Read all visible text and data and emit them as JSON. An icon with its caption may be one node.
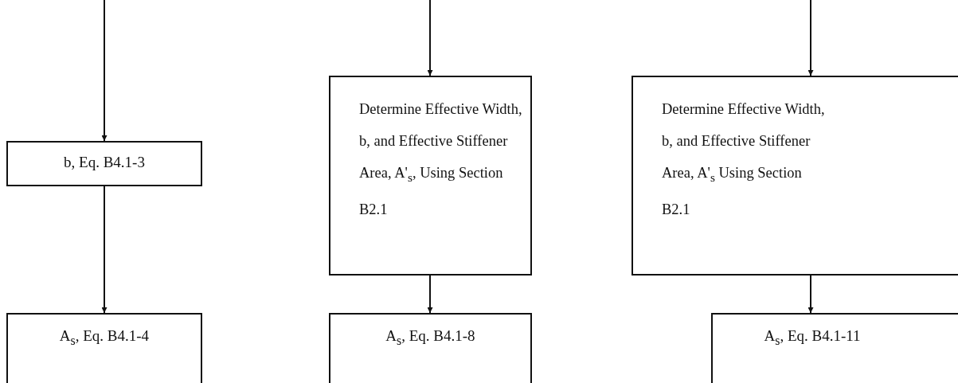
{
  "diagram": {
    "nodes": [
      {
        "text": [
          "b, Eq. B4.1-3"
        ]
      },
      {
        "text": [
          "A$_{s}$, Eq. B4.1-4"
        ]
      },
      {
        "text": [
          "Determine Effective Width, b, and Effective Stiffener Area, A'$_{s}$, Using Section B2.1"
        ]
      },
      {
        "text": [
          "A$_{s}$, Eq. B4.1-8"
        ]
      },
      {
        "text": [
          "Determine Effective Width, b, and Effective Stiffener Area, A'$_{s}$ Using Section B2.1"
        ]
      },
      {
        "text": [
          "A$_{s}$, Eq. B4.1-11"
        ]
      }
    ],
    "edges": [
      {
        "from": null,
        "to": 0,
        "arrow": "to"
      },
      {
        "from": 0,
        "to": 1,
        "arrow": "to"
      },
      {
        "from": null,
        "to": 2,
        "arrow": "to"
      },
      {
        "from": 2,
        "to": 3,
        "arrow": "to"
      },
      {
        "from": null,
        "to": 4,
        "arrow": "to"
      },
      {
        "from": 4,
        "to": 5,
        "arrow": "to"
      }
    ]
  }
}
